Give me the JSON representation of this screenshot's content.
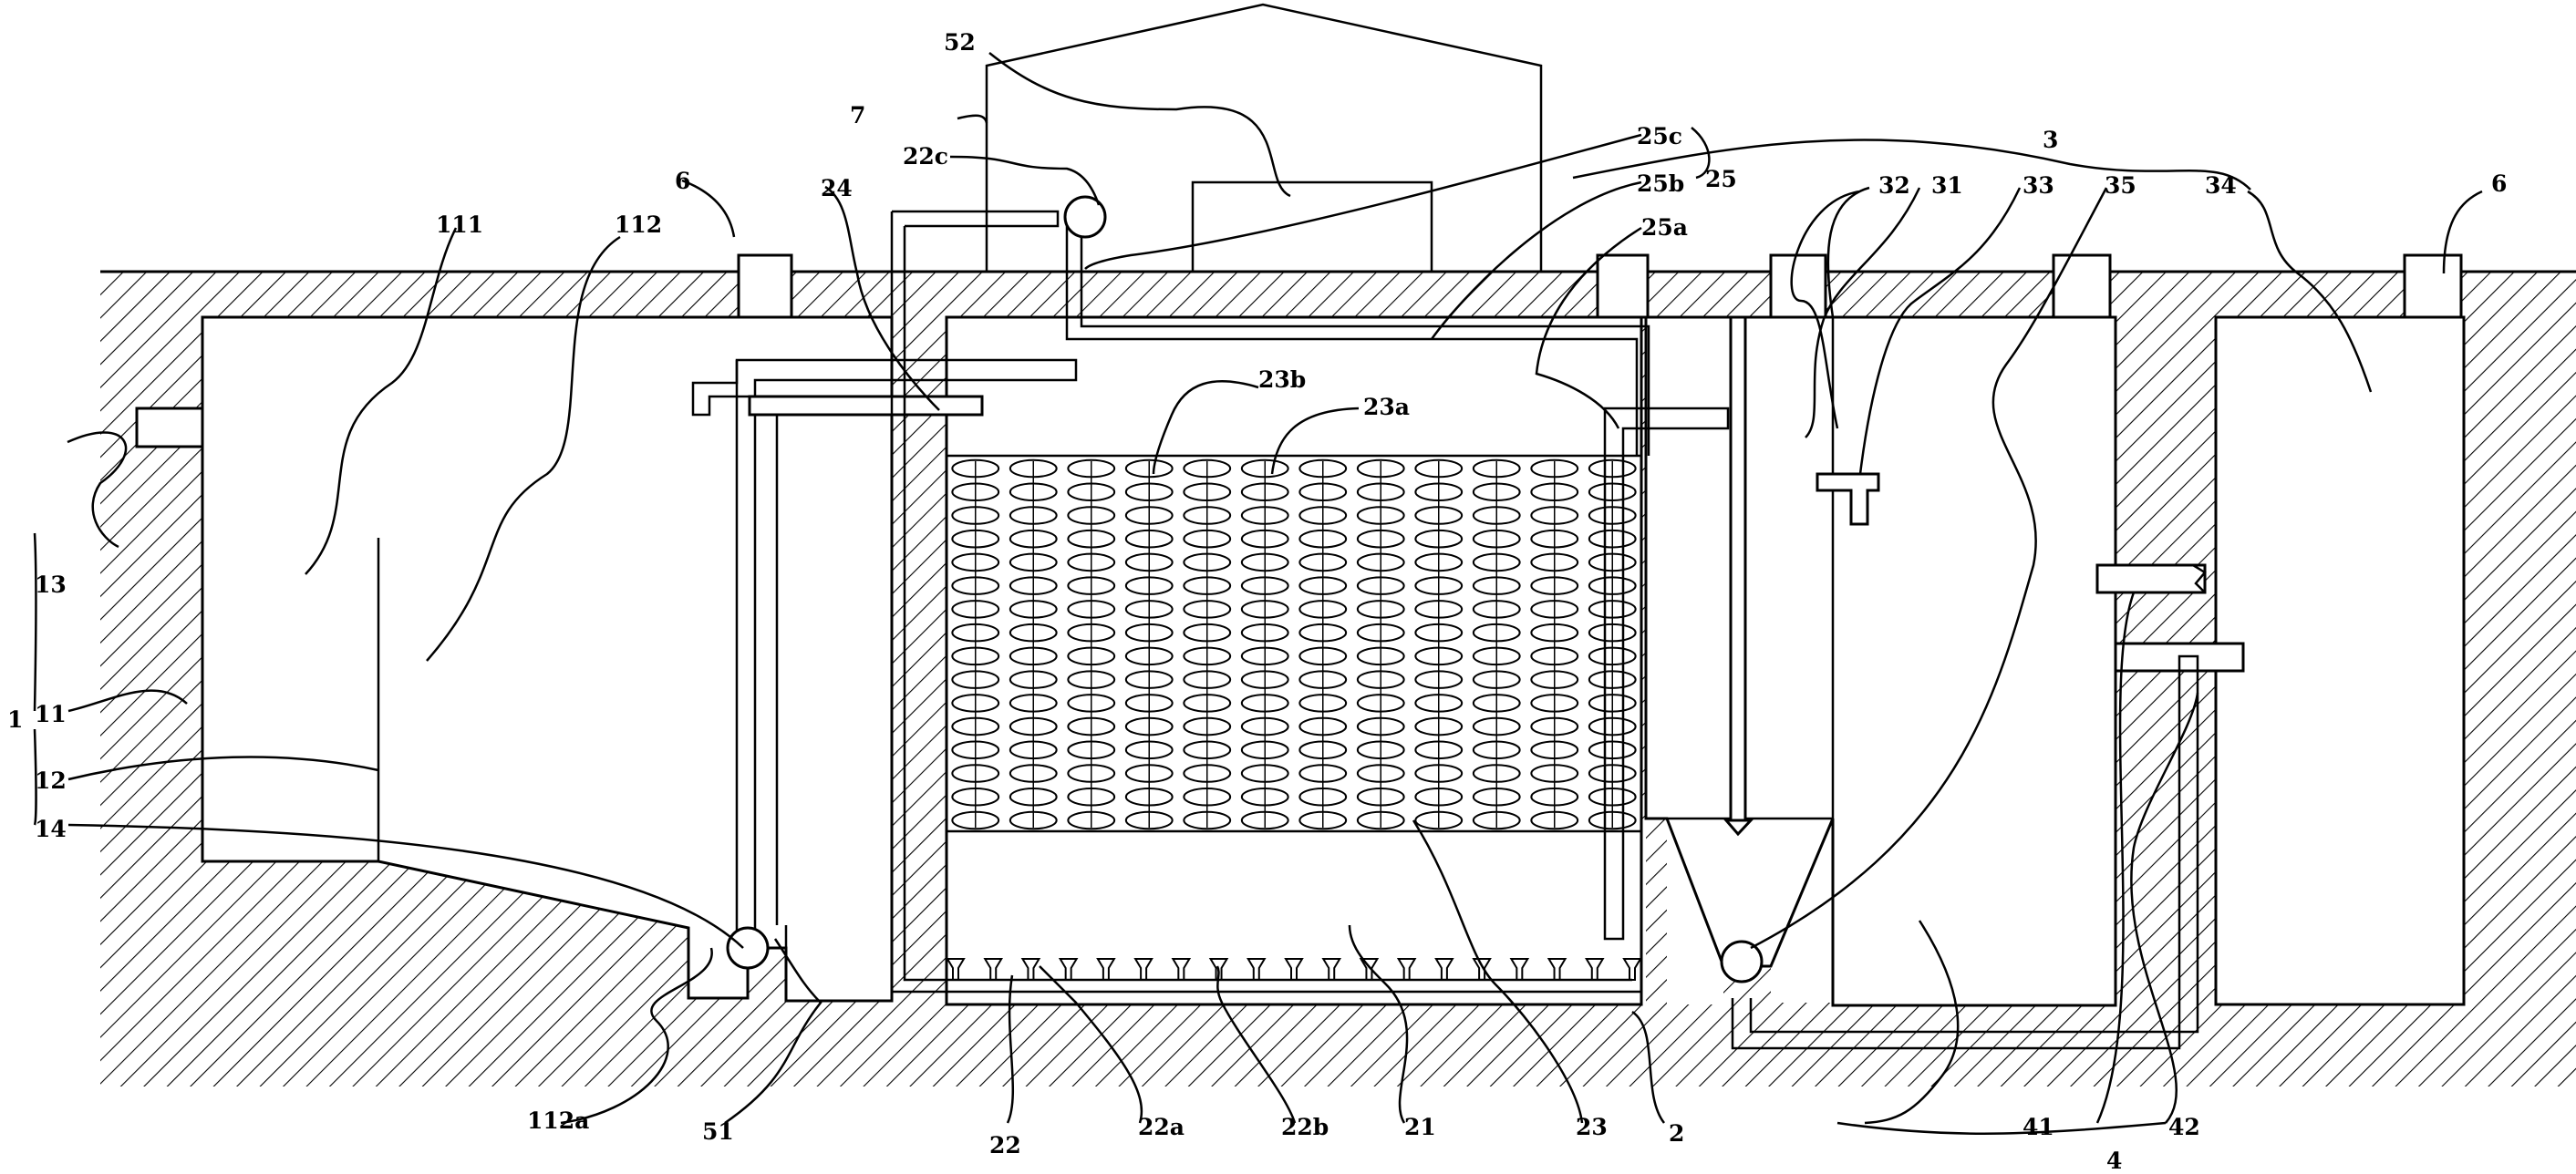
{
  "diagram": {
    "labels": {
      "l1": "1",
      "l2": "2",
      "l3": "3",
      "l4": "4",
      "l6a": "6",
      "l6b": "6",
      "l7": "7",
      "l11": "11",
      "l12": "12",
      "l13": "13",
      "l14": "14",
      "l111": "111",
      "l112": "112",
      "l112a": "112a",
      "l21": "21",
      "l22": "22",
      "l22a": "22a",
      "l22b": "22b",
      "l22c": "22c",
      "l23": "23",
      "l23a": "23a",
      "l23b": "23b",
      "l24": "24",
      "l25": "25",
      "l25a": "25a",
      "l25b": "25b",
      "l25c": "25c",
      "l31": "31",
      "l32": "32",
      "l33": "33",
      "l34": "34",
      "l35": "35",
      "l41": "41",
      "l42": "42",
      "l51": "51",
      "l52": "52"
    },
    "colors": {
      "line": "#000000",
      "background": "#ffffff"
    },
    "filler_grid": {
      "columns": 12,
      "rows": 16
    }
  }
}
